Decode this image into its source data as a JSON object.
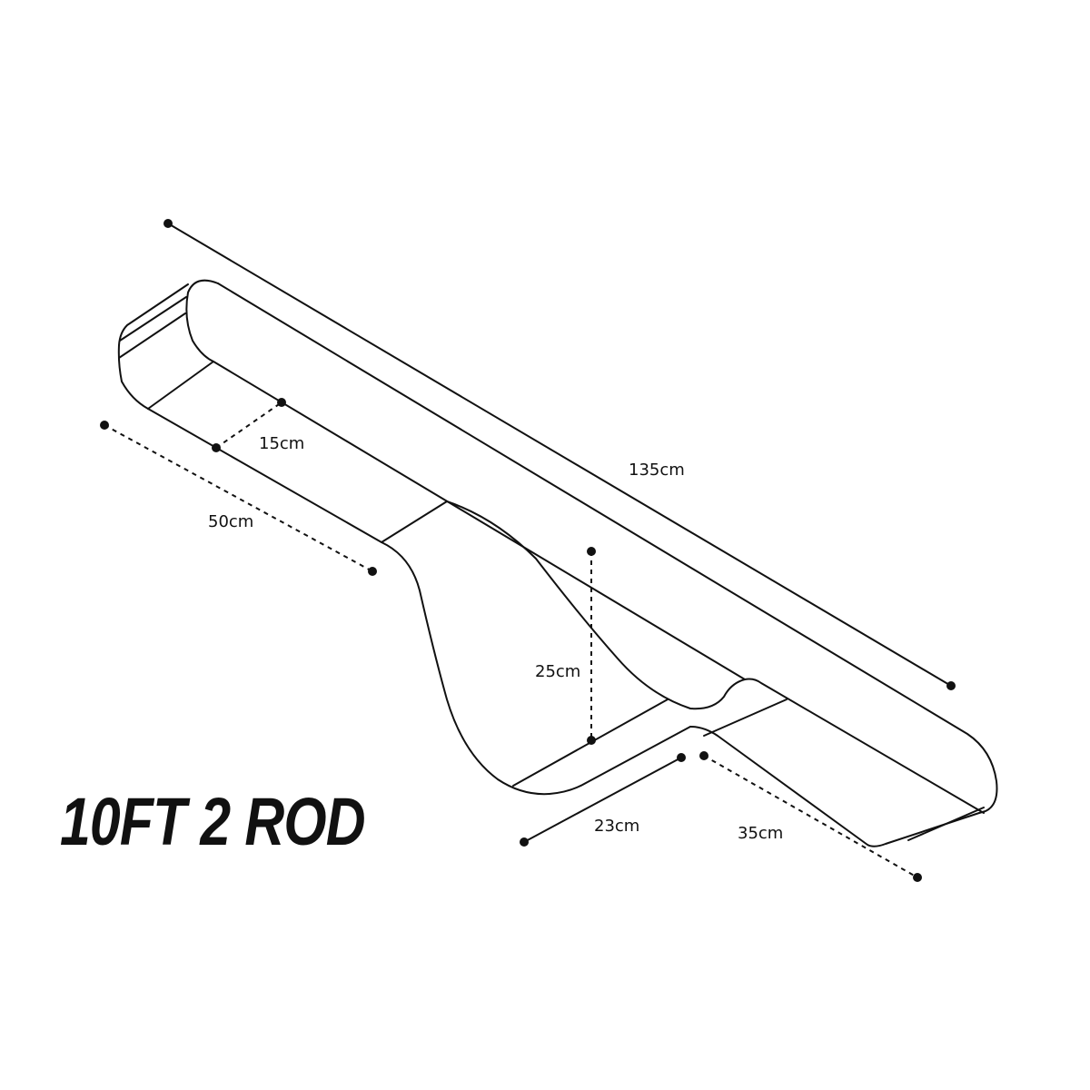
{
  "title": "10FT 2 ROD",
  "dimensions": {
    "total_length": "135cm",
    "seat_depth": "15cm",
    "left_length": "50cm",
    "dip_depth": "25cm",
    "dip_width": "23cm",
    "right_length": "35cm"
  }
}
